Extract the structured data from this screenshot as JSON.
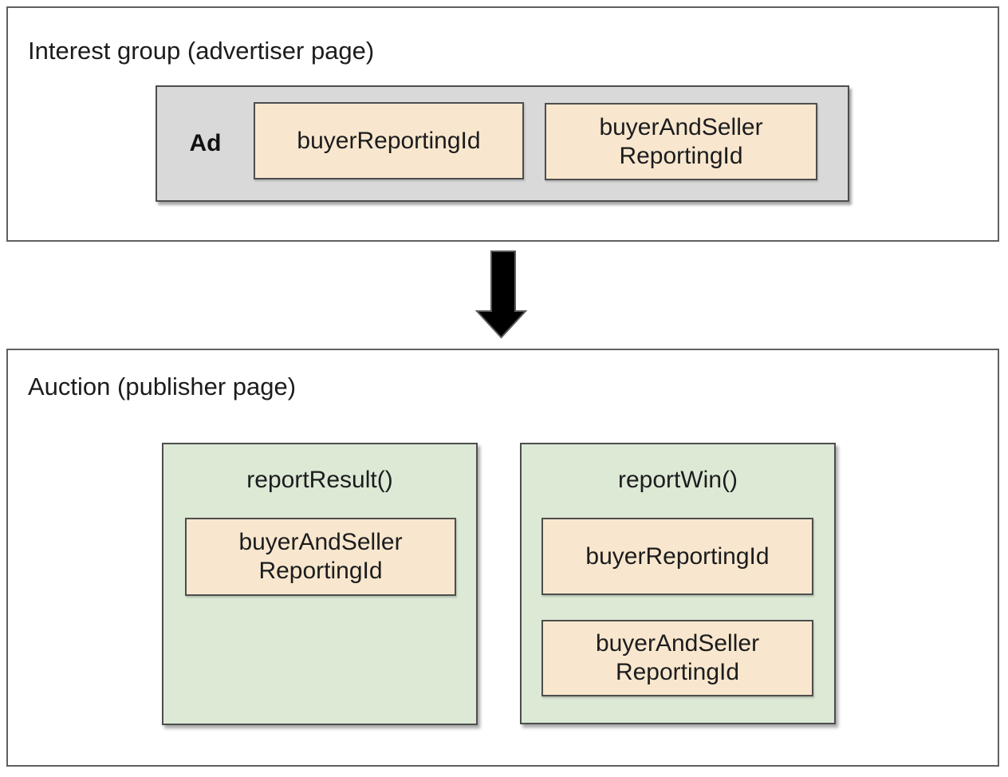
{
  "colors": {
    "gray_fill": "#D9D9D9",
    "peach_fill": "#F8E7CE",
    "green_fill": "#DCE9D5",
    "box_border": "#4D4D4D",
    "outer_border": "#606060",
    "arrow_fill": "#000000"
  },
  "interest_group": {
    "title": "Interest group (advertiser page)",
    "ad": {
      "label": "Ad",
      "chips": [
        {
          "lines": [
            "buyerReportingId",
            ""
          ]
        },
        {
          "lines": [
            "buyerAndSeller",
            "ReportingId"
          ]
        }
      ]
    }
  },
  "arrow": {
    "meaning": "flow from interest group to auction"
  },
  "auction": {
    "title": "Auction (publisher page)",
    "functions": [
      {
        "name": "reportResult()",
        "chips": [
          {
            "lines": [
              "buyerAndSeller",
              "ReportingId"
            ]
          }
        ]
      },
      {
        "name": "reportWin()",
        "chips": [
          {
            "lines": [
              "buyerReportingId",
              ""
            ]
          },
          {
            "lines": [
              "buyerAndSeller",
              "ReportingId"
            ]
          }
        ]
      }
    ]
  }
}
